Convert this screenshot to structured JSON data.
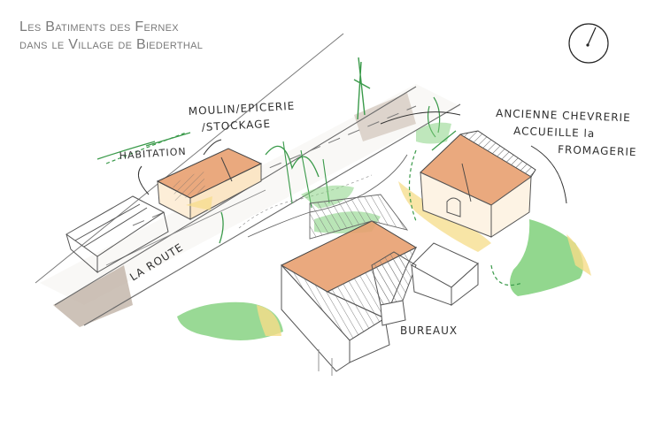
{
  "title": {
    "line1": "Les Batiments des Fernex",
    "line2": "dans le Village de Biederthal"
  },
  "labels": {
    "moulin_line1": "MOULIN/EPICERIE",
    "moulin_line2": "/STOCKAGE",
    "habitation": "HABITATION",
    "chevrerie_line1": "ANCIENNE CHEVRERIE",
    "chevrerie_line2": "ACCUEILLE la",
    "chevrerie_line3": "FROMAGERIE",
    "route": "LA ROUTE",
    "bureaux": "BUREAUX"
  },
  "colors": {
    "roof": "#e8a070",
    "grass": "#7fd07a",
    "sand": "#f6dc88",
    "road": "#bcaea0",
    "vegetation": "#3a9a4a",
    "pencil": "#555555"
  }
}
